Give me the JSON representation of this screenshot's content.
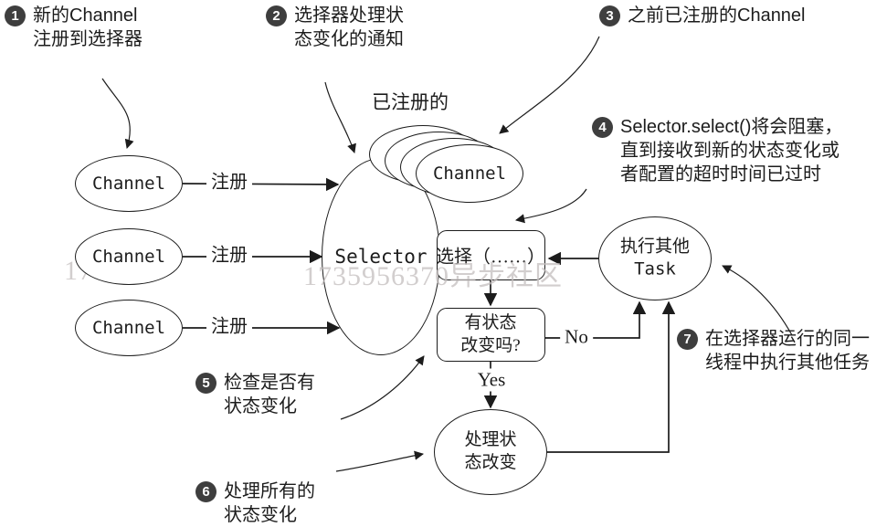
{
  "watermark": {
    "text": "1735956370异步社区",
    "fragment": "17"
  },
  "annotations": [
    {
      "num": "1",
      "lines": [
        "新的Channel",
        "注册到选择器"
      ]
    },
    {
      "num": "2",
      "lines": [
        "选择器处理状",
        "态变化的通知"
      ]
    },
    {
      "num": "3",
      "lines": [
        "之前已注册的Channel"
      ]
    },
    {
      "num": "4",
      "lines": [
        "Selector.select()将会阻塞，",
        "直到接收到新的状态变化或",
        "者配置的超时时间已过时"
      ]
    },
    {
      "num": "5",
      "lines": [
        "检查是否有",
        "状态变化"
      ]
    },
    {
      "num": "6",
      "lines": [
        "处理所有的",
        "状态变化"
      ]
    },
    {
      "num": "7",
      "lines": [
        "在选择器运行的同一",
        "线程中执行其他任务"
      ]
    }
  ],
  "nodes": {
    "channel1": "Channel",
    "channel2": "Channel",
    "channel3": "Channel",
    "register1": "注册",
    "register2": "注册",
    "register3": "注册",
    "selector": "Selector",
    "registered_label": "已注册的",
    "stacked_channel": "Channel",
    "select_box": "选择（……）",
    "state_q_line1": "有状态",
    "state_q_line2": "改变吗?",
    "task_line1": "执行其他",
    "task_line2": "Task",
    "handle_line1": "处理状",
    "handle_line2": "态改变",
    "yes": "Yes",
    "no": "No"
  },
  "colors": {
    "line": "#1c1c1c",
    "badge": "#3e3e3e",
    "watermark": "#c3bdbd",
    "background": "#ffffff"
  }
}
